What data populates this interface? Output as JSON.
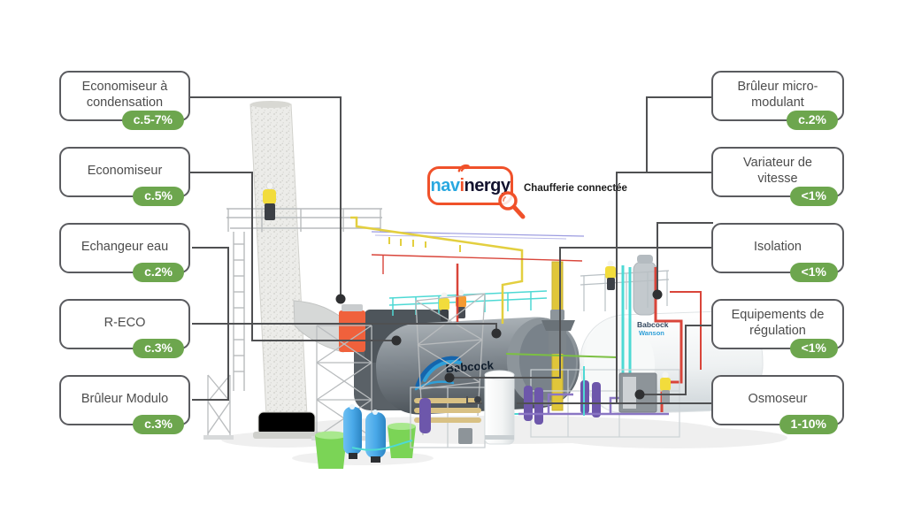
{
  "logo": {
    "part_nav": "nav",
    "part_i": "i",
    "part_nergy": "nergy",
    "tagline": "Chaufferie connectée",
    "accent_orange": "#f0512a",
    "accent_blue": "#29a8e0",
    "dark_text": "#13132f"
  },
  "callouts": {
    "badge_color": "#6da64e",
    "line_color": "#4f5052",
    "left": [
      {
        "label": "Economiseur à condensation",
        "value": "c.5-7%"
      },
      {
        "label": "Economiseur",
        "value": "c.5%"
      },
      {
        "label": "Echangeur eau",
        "value": "c.2%"
      },
      {
        "label": "R-ECO",
        "value": "c.3%"
      },
      {
        "label": "Brûleur Modulo",
        "value": "c.3%"
      }
    ],
    "right": [
      {
        "label": "Brûleur micro-modulant",
        "value": "c.2%"
      },
      {
        "label": "Variateur de vitesse",
        "value": "<1%"
      },
      {
        "label": "Isolation",
        "value": "<1%"
      },
      {
        "label": "Equipements de régulation",
        "value": "<1%"
      },
      {
        "label": "Osmoseur",
        "value": "1-10%"
      }
    ]
  },
  "artwork": {
    "boiler_brand": "Babcock",
    "tank_brand_line1": "Babcock",
    "tank_brand_line2": "Wanson",
    "colors": {
      "economizer_orange": "#f0613c",
      "boiler_dark": "#7d858c",
      "pipe_yellow": "#e3cf3f",
      "pipe_red": "#d9453a",
      "pipe_cyan": "#4ed9d4",
      "pipe_purple": "#7c5fc0",
      "pipe_green": "#7cc043",
      "tank_blue": "#4aa9e9",
      "bin_green": "#7bd456"
    }
  }
}
